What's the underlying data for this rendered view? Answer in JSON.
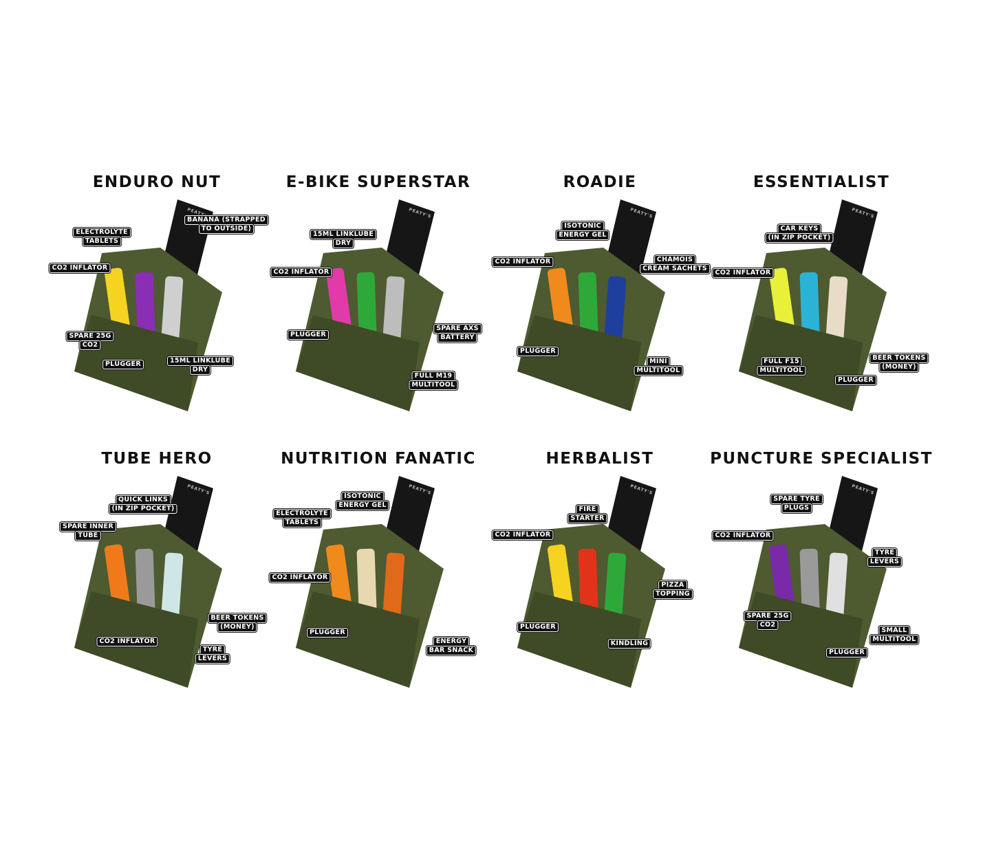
{
  "colors": {
    "pouch": "#4e5a30",
    "pouch_dark": "#3f4a26",
    "strap": "#161616",
    "label_bg": "#111111",
    "label_text": "#ffffff"
  },
  "strap_brand": "PEATY'S",
  "kits": [
    {
      "title": "ENDURO NUT",
      "labels": [
        [
          "ELECTROLYTE",
          "TABLETS"
        ],
        [
          "BANANA (STRAPPED",
          "TO OUTSIDE)"
        ],
        [
          "CO2 INFLATOR"
        ],
        [
          "SPARE 25G",
          "CO2"
        ],
        [
          "PLUGGER"
        ],
        [
          "15ML LINKLUBE",
          "DRY"
        ]
      ]
    },
    {
      "title": "E-BIKE SUPERSTAR",
      "labels": [
        [
          "15ML LINKLUBE",
          "DRY"
        ],
        [
          "CO2 INFLATOR"
        ],
        [
          "PLUGGER"
        ],
        [
          "SPARE AXS",
          "BATTERY"
        ],
        [
          "FULL M19",
          "MULTITOOL"
        ]
      ]
    },
    {
      "title": "ROADIE",
      "labels": [
        [
          "ISOTONIC",
          "ENERGY GEL"
        ],
        [
          "CO2 INFLATOR"
        ],
        [
          "CHAMOIS",
          "CREAM SACHETS"
        ],
        [
          "PLUGGER"
        ],
        [
          "MINI",
          "MULTITOOL"
        ]
      ]
    },
    {
      "title": "ESSENTIALIST",
      "labels": [
        [
          "CAR KEYS",
          "(IN ZIP POCKET)"
        ],
        [
          "CO2 INFLATOR"
        ],
        [
          "FULL F15",
          "MULTITOOL"
        ],
        [
          "PLUGGER"
        ],
        [
          "BEER TOKENS",
          "(MONEY)"
        ]
      ]
    },
    {
      "title": "TUBE HERO",
      "labels": [
        [
          "QUICK LINKS",
          "(IN ZIP POCKET)"
        ],
        [
          "SPARE INNER",
          "TUBE"
        ],
        [
          "CO2 INFLATOR"
        ],
        [
          "BEER TOKENS",
          "(MONEY)"
        ],
        [
          "TYRE",
          "LEVERS"
        ]
      ]
    },
    {
      "title": "NUTRITION FANATIC",
      "labels": [
        [
          "ISOTONIC",
          "ENERGY GEL"
        ],
        [
          "ELECTROLYTE",
          "TABLETS"
        ],
        [
          "CO2 INFLATOR"
        ],
        [
          "PLUGGER"
        ],
        [
          "ENERGY",
          "BAR SNACK"
        ]
      ]
    },
    {
      "title": "HERBALIST",
      "labels": [
        [
          "FIRE",
          "STARTER"
        ],
        [
          "CO2 INFLATOR"
        ],
        [
          "PIZZA",
          "TOPPING"
        ],
        [
          "PLUGGER"
        ],
        [
          "KINDLING"
        ]
      ]
    },
    {
      "title": "PUNCTURE SPECIALIST",
      "labels": [
        [
          "SPARE TYRE",
          "PLUGS"
        ],
        [
          "CO2 INFLATOR"
        ],
        [
          "TYRE",
          "LEVERS"
        ],
        [
          "SPARE 25G",
          "CO2"
        ],
        [
          "SMALL",
          "MULTITOOL"
        ],
        [
          "PLUGGER"
        ]
      ]
    }
  ]
}
